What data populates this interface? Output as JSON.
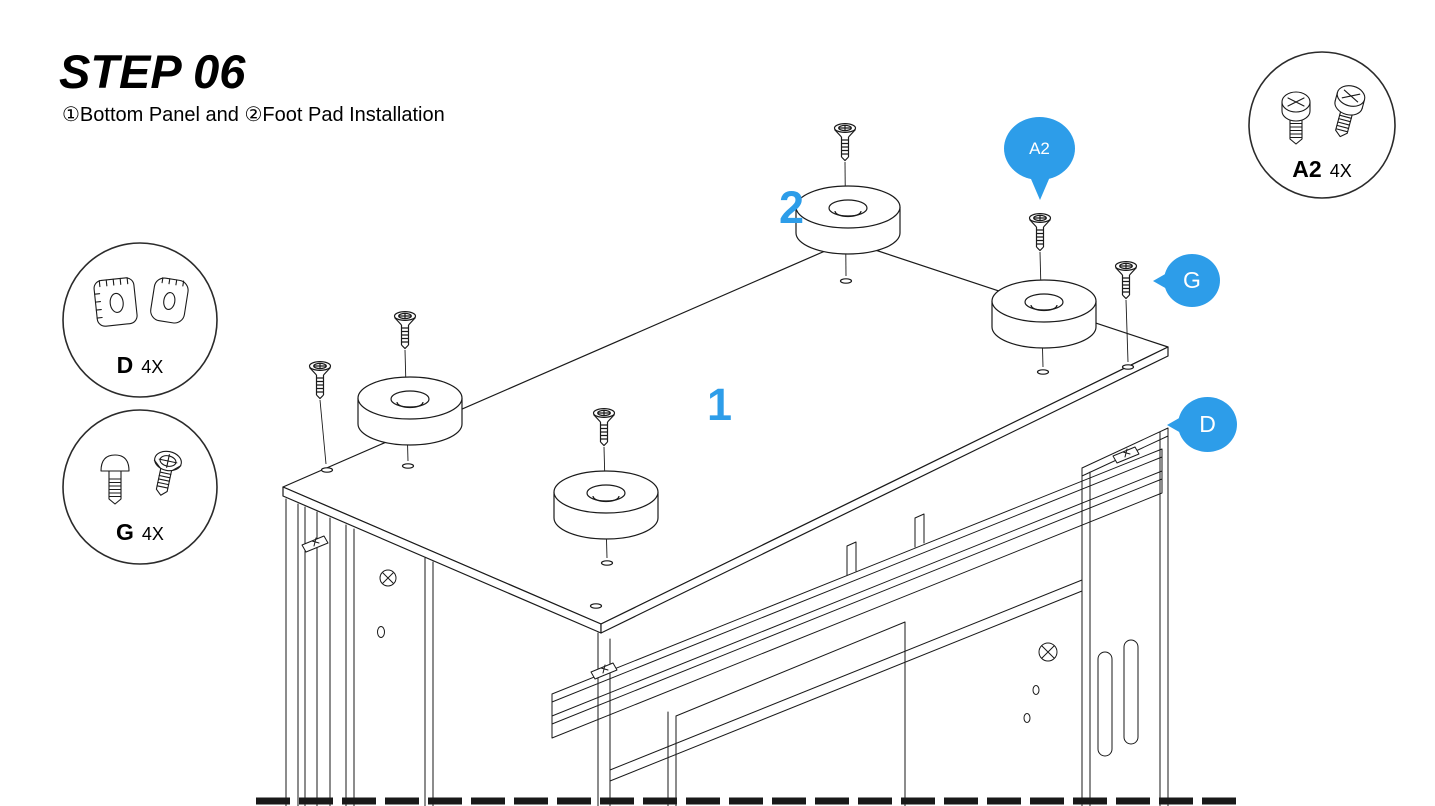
{
  "colors": {
    "accent": "#2d9de9",
    "line": "#1a1a1a"
  },
  "header": {
    "title": "STEP 06",
    "subtitle": "①Bottom Panel and ②Foot Pad Installation"
  },
  "legends": {
    "a2": {
      "code": "A2",
      "qty": "4X"
    },
    "d": {
      "code": "D",
      "qty": "4X"
    },
    "g": {
      "code": "G",
      "qty": "4X"
    }
  },
  "callouts": {
    "a2": "A2",
    "g": "G",
    "d": "D"
  },
  "part_labels": {
    "bottom_panel": "1",
    "foot_pad": "2"
  }
}
